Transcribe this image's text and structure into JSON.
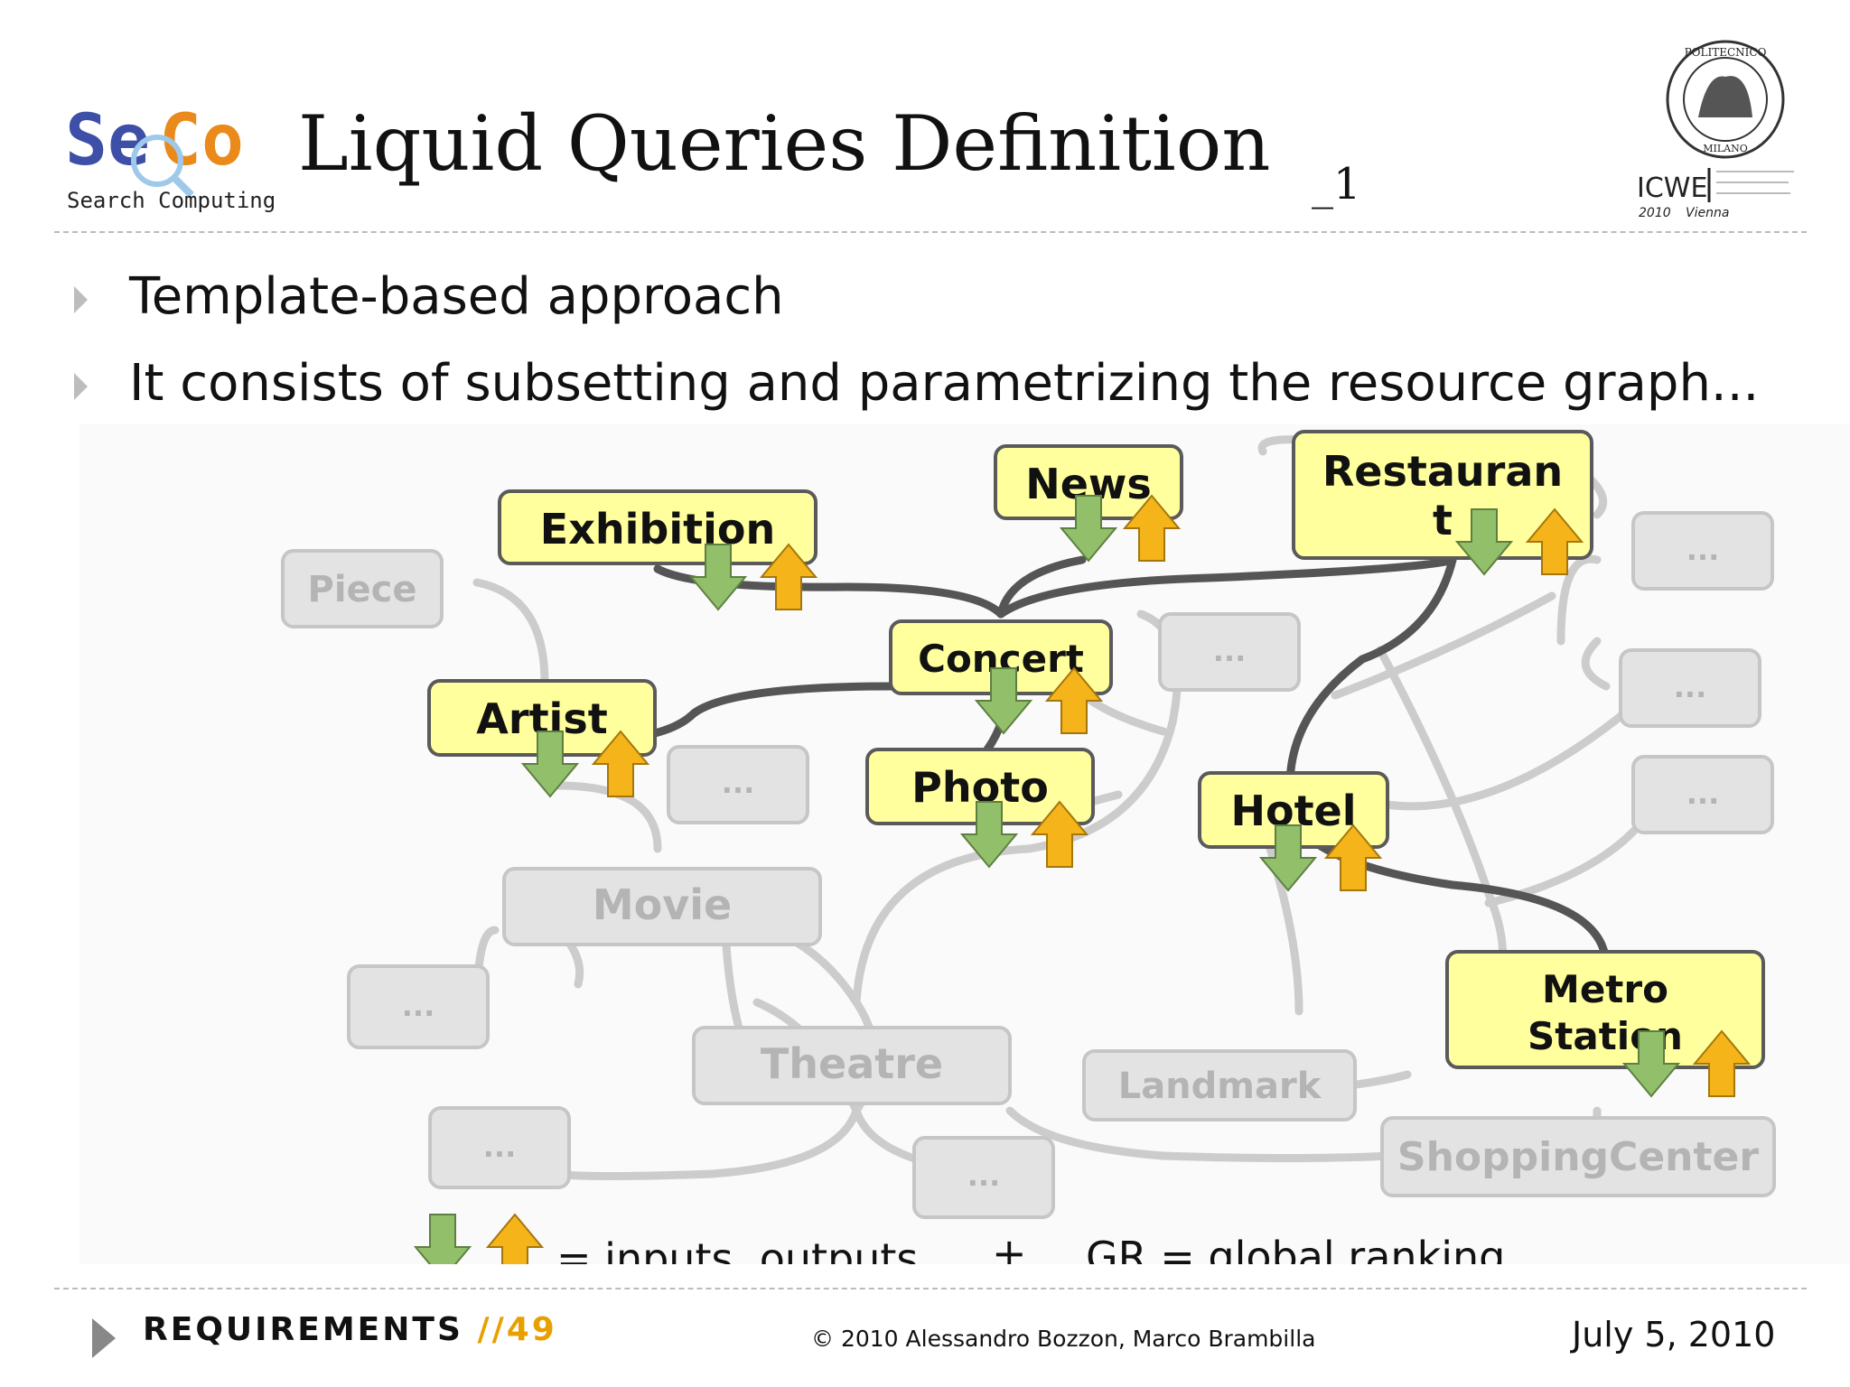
{
  "header": {
    "logo_word": "SeCo",
    "logo_caption": "Search Computing",
    "title": "Liquid Queries Definition",
    "title_subscript": "_1",
    "seal_caption_top": "POLITECNICO",
    "seal_caption_bottom": "MILANO",
    "conference_name": "ICWE",
    "conference_year": "2010",
    "conference_city": "Vienna"
  },
  "bullets": [
    "Template-based approach",
    "It consists of subsetting and parametrizing the resource graph..."
  ],
  "diagram": {
    "active_nodes": {
      "exhibition": "Exhibition",
      "news": "News",
      "restaurant_line1": "Restauran",
      "restaurant_line2": "t",
      "concert": "Concert",
      "artist": "Artist",
      "photo": "Photo",
      "hotel": "Hotel",
      "metro_line1": "Metro",
      "metro_line2": "Station"
    },
    "inactive_nodes": {
      "piece": "Piece",
      "movie": "Movie",
      "theatre": "Theatre",
      "landmark": "Landmark",
      "shopping": "ShoppingCenter",
      "ellipsis": "..."
    },
    "colors": {
      "active_fill": "#ffff9e",
      "active_border": "#5a5a5a",
      "inactive_fill": "#e3e3e3",
      "inactive_border": "#c6c6c6",
      "inactive_text": "#b4b4b4",
      "active_edge": "#555555",
      "inactive_edge": "#cccccc",
      "input_arrow": "#92c06a",
      "output_arrow": "#f5b41a"
    }
  },
  "legend": {
    "io_text": "= inputs, outputs",
    "plus": "+",
    "gr_text": "GR = global ranking"
  },
  "footer": {
    "section": "REQUIREMENTS",
    "slashes": "//",
    "page": "49",
    "copyright": "© 2010 Alessandro Bozzon, Marco Brambilla",
    "date": "July 5, 2010"
  }
}
